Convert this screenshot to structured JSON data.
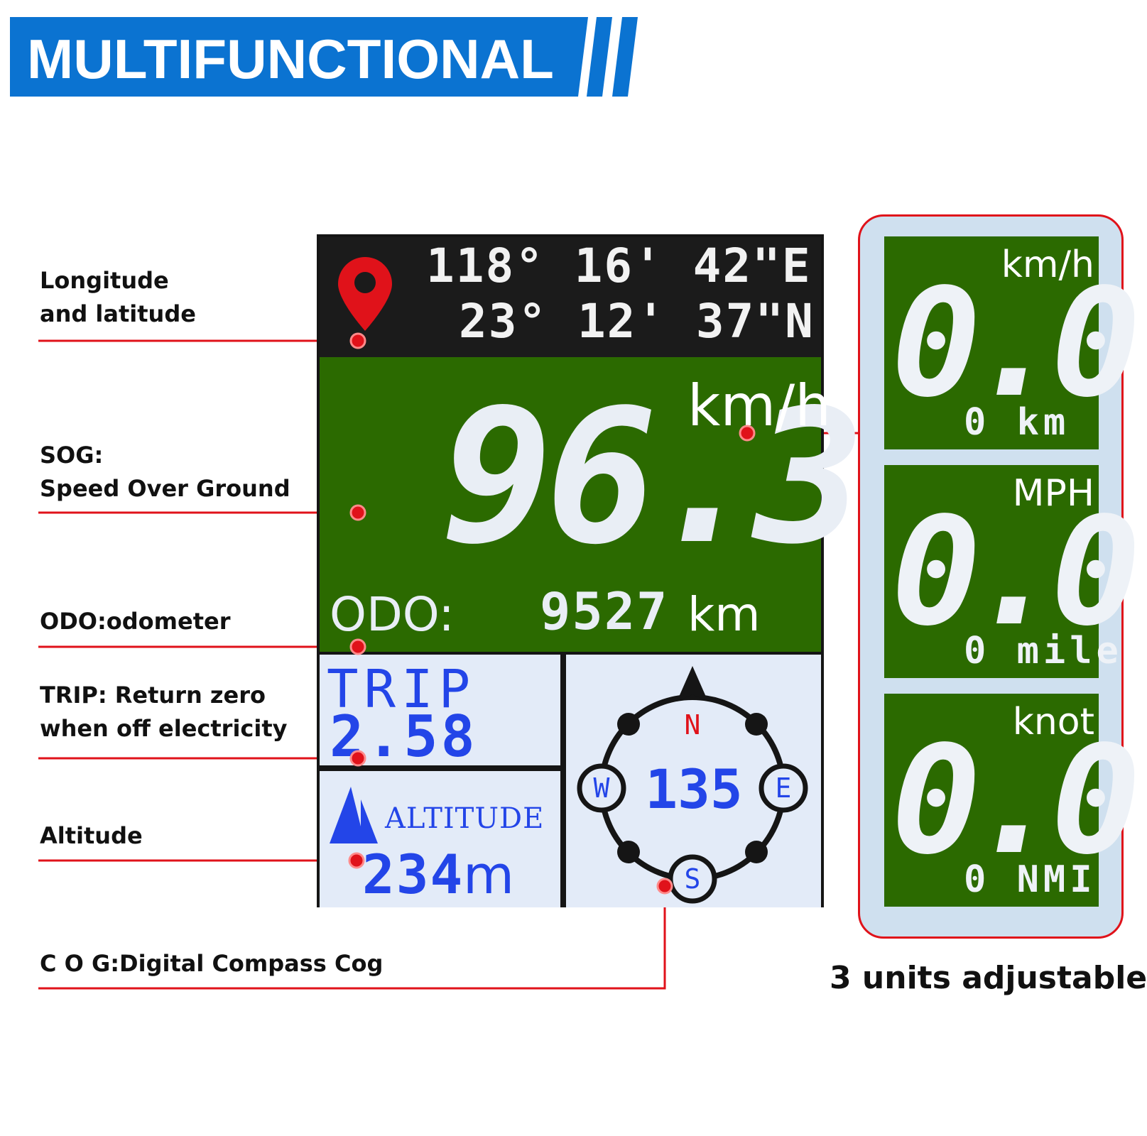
{
  "banner": {
    "title": "MULTIFUNCTIONAL",
    "color": "#0b73d1"
  },
  "annotations": {
    "longitude_latitude": "Longitude\nand latitude",
    "sog": "SOG:\nSpeed Over Ground",
    "odo": "ODO:odometer",
    "trip": "TRIP: Return zero\nwhen off electricity",
    "altitude": "Altitude",
    "cog": "C O G:Digital Compass Cog"
  },
  "display": {
    "longitude": "118° 16' 42\"E",
    "latitude": "23° 12' 37\"N",
    "speed": "96.3",
    "speed_unit": "km/h",
    "odo_label": "ODO:",
    "odo_value": "9527",
    "odo_unit": "km",
    "trip_label": "TRIP",
    "trip_value": "2.58",
    "altitude_label": "ALTITUDE",
    "altitude_value": "234",
    "altitude_unit": "m",
    "compass": {
      "heading": "135",
      "n": "N",
      "s": "S",
      "e": "E",
      "w": "W"
    }
  },
  "units_panel": {
    "cards": [
      {
        "label": "km/h",
        "value": "0.0",
        "small": "0 km"
      },
      {
        "label": "MPH",
        "value": "0.0",
        "small": "0 mile"
      },
      {
        "label": "knot",
        "value": "0.0",
        "small": "0 NMI"
      }
    ],
    "caption": "3 units adjustable"
  },
  "colors": {
    "accent_red": "#e0121a",
    "display_green": "#2b6a00",
    "display_blue": "#2345e8",
    "panel_light": "#e3ebf8"
  }
}
